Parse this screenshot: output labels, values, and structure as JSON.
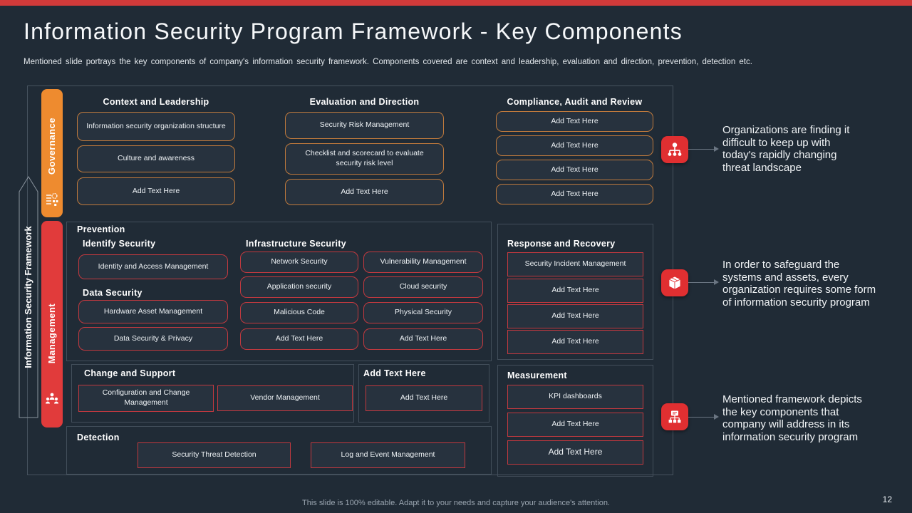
{
  "slide": {
    "title": "Information Security Program Framework - Key Components",
    "subtitle": "Mentioned slide portrays the key components of company's information security framework. Components covered are context and leadership, evaluation and direction, prevention, detection etc.",
    "footer": "This slide is 100% editable. Adapt it to your needs and capture your audience's attention.",
    "page_number": "12"
  },
  "sidebar": {
    "framework_label": "Information Security Framework",
    "governance_label": "Governance",
    "management_label": "Management"
  },
  "governance": {
    "columns": [
      {
        "header": "Context and Leadership",
        "items": [
          "Information security organization structure",
          "Culture and awareness",
          "Add Text Here"
        ]
      },
      {
        "header": "Evaluation and Direction",
        "items": [
          "Security Risk Management",
          "Checklist and scorecard to evaluate security risk level",
          "Add Text Here"
        ]
      },
      {
        "header": "Compliance, Audit and Review",
        "items": [
          "Add Text Here",
          "Add Text Here",
          "Add Text Here",
          "Add Text Here"
        ]
      }
    ]
  },
  "management": {
    "prevention": {
      "header": "Prevention",
      "identify": {
        "header": "Identify Security",
        "items": [
          "Identity and Access Management"
        ]
      },
      "data_security": {
        "header": "Data Security",
        "items": [
          "Hardware Asset Management",
          "Data Security & Privacy"
        ]
      },
      "infrastructure": {
        "header": "Infrastructure Security",
        "col1": [
          "Network Security",
          "Application security",
          "Malicious Code",
          "Add Text Here"
        ],
        "col2": [
          "Vulnerability Management",
          "Cloud security",
          "Physical Security",
          "Add Text Here"
        ]
      }
    },
    "change_support": {
      "header": "Change and Support",
      "items": [
        "Configuration and Change Management",
        "Vendor Management"
      ]
    },
    "add_text": {
      "header": "Add Text Here",
      "items": [
        "Add Text Here"
      ]
    },
    "detection": {
      "header": "Detection",
      "items": [
        "Security Threat Detection",
        "Log and Event Management"
      ]
    },
    "response_recovery": {
      "header": "Response and Recovery",
      "items": [
        "Security Incident Management",
        "Add Text Here",
        "Add Text Here",
        "Add Text Here"
      ]
    },
    "measurement": {
      "header": "Measurement",
      "items": [
        "KPI dashboards",
        "Add Text Here",
        "Add Text Here"
      ]
    }
  },
  "callouts": [
    {
      "icon": "org-chart-icon",
      "text": "Organizations are finding it\ndifficult to keep up with\ntoday's rapidly changing\nthreat landscape"
    },
    {
      "icon": "package-icon",
      "text": "In order to safeguard the\nsystems and assets, every\norganization requires some form\nof information security program"
    },
    {
      "icon": "sitemap-icon",
      "text": "Mentioned framework depicts\nthe key components that\ncompany will address in its\ninformation security program"
    }
  ],
  "colors": {
    "background": "#202b36",
    "top_bar": "#d13a3a",
    "governance_orange": "#ee8b2f",
    "management_red": "#e13b3b",
    "icon_red": "#e02f31",
    "orange_border": "#c07a3c",
    "red_border": "#c2393f",
    "panel_border": "#46525e"
  }
}
